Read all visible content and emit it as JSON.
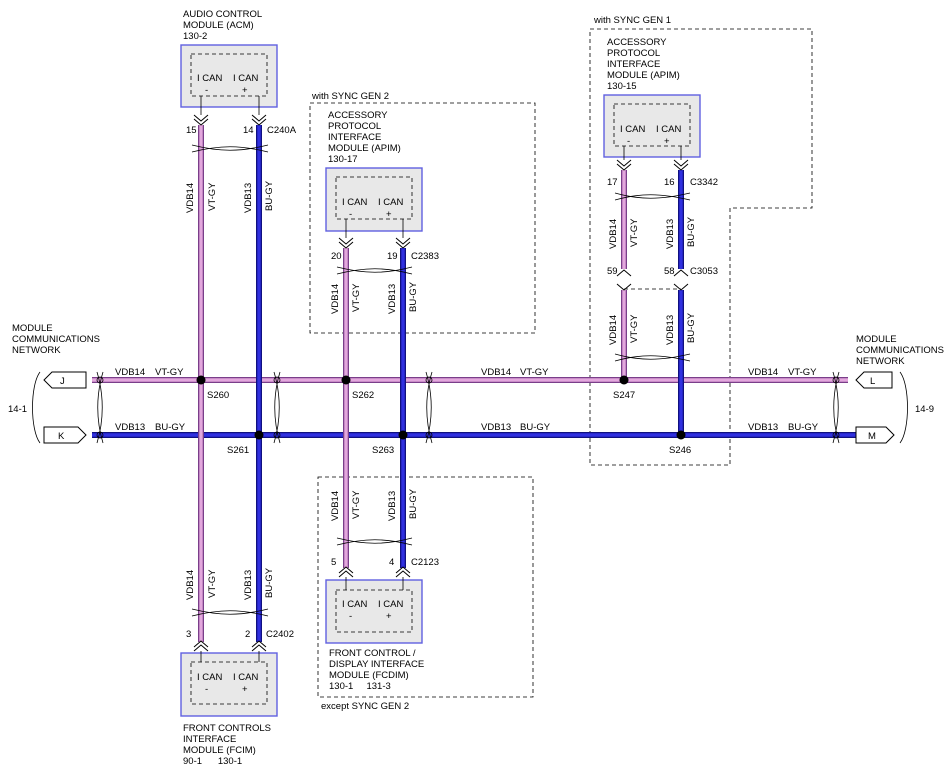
{
  "title": "",
  "colors": {
    "vt_gy": "#e3a7dd",
    "bu_gy": "#3030e0",
    "module_border": "#6060e0"
  },
  "modules": {
    "acm": {
      "lines": [
        "AUDIO CONTROL",
        "MODULE (ACM)",
        "130-2"
      ],
      "pin_a": "I CAN",
      "pin_a_sign": "-",
      "pin_b": "I CAN",
      "pin_b_sign": "+",
      "pin_num_a": "15",
      "pin_num_b": "14",
      "connector": "C240A"
    },
    "apim2": {
      "note": "with SYNC GEN 2",
      "lines": [
        "ACCESSORY",
        "PROTOCOL",
        "INTERFACE",
        "MODULE (APIM)",
        "130-17"
      ],
      "pin_a": "I CAN",
      "pin_a_sign": "-",
      "pin_b": "I CAN",
      "pin_b_sign": "+",
      "pin_num_a": "20",
      "pin_num_b": "19",
      "connector": "C2383"
    },
    "apim1": {
      "note": "with SYNC GEN 1",
      "lines": [
        "ACCESSORY",
        "PROTOCOL",
        "INTERFACE",
        "MODULE (APIM)",
        "130-15"
      ],
      "pin_a": "I CAN",
      "pin_a_sign": "-",
      "pin_b": "I CAN",
      "pin_b_sign": "+",
      "pin_num_a": "17",
      "pin_num_b": "16",
      "connector": "C3342",
      "inline_pin_a": "59",
      "inline_pin_b": "58",
      "inline_connector": "C3053"
    },
    "fcdim": {
      "note": "except SYNC GEN 2",
      "lines": [
        "FRONT CONTROL /",
        "DISPLAY INTERFACE",
        "MODULE (FCDIM)",
        "130-1     131-3"
      ],
      "pin_a": "I CAN",
      "pin_a_sign": "-",
      "pin_b": "I CAN",
      "pin_b_sign": "+",
      "pin_num_a": "5",
      "pin_num_b": "4",
      "connector": "C2123"
    },
    "fcim": {
      "lines": [
        "FRONT CONTROLS",
        "INTERFACE",
        "MODULE (FCIM)",
        "90-1      130-1"
      ],
      "pin_a": "I CAN",
      "pin_a_sign": "-",
      "pin_b": "I CAN",
      "pin_b_sign": "+",
      "pin_num_a": "3",
      "pin_num_b": "2",
      "connector": "C2402"
    }
  },
  "wires": {
    "circuit_vt": "VDB14",
    "color_vt": "VT-GY",
    "circuit_bu": "VDB13",
    "color_bu": "BU-GY"
  },
  "network": {
    "left": {
      "lines": [
        "MODULE",
        "COMMUNICATIONS",
        "NETWORK"
      ],
      "ref": "14-1",
      "flag_top": "J",
      "flag_bottom": "K"
    },
    "right": {
      "lines": [
        "MODULE",
        "COMMUNICATIONS",
        "NETWORK"
      ],
      "ref": "14-9",
      "flag_top": "L",
      "flag_bottom": "M"
    }
  },
  "splices": {
    "s260": "S260",
    "s261": "S261",
    "s262": "S262",
    "s263": "S263",
    "s247": "S247",
    "s246": "S246"
  }
}
